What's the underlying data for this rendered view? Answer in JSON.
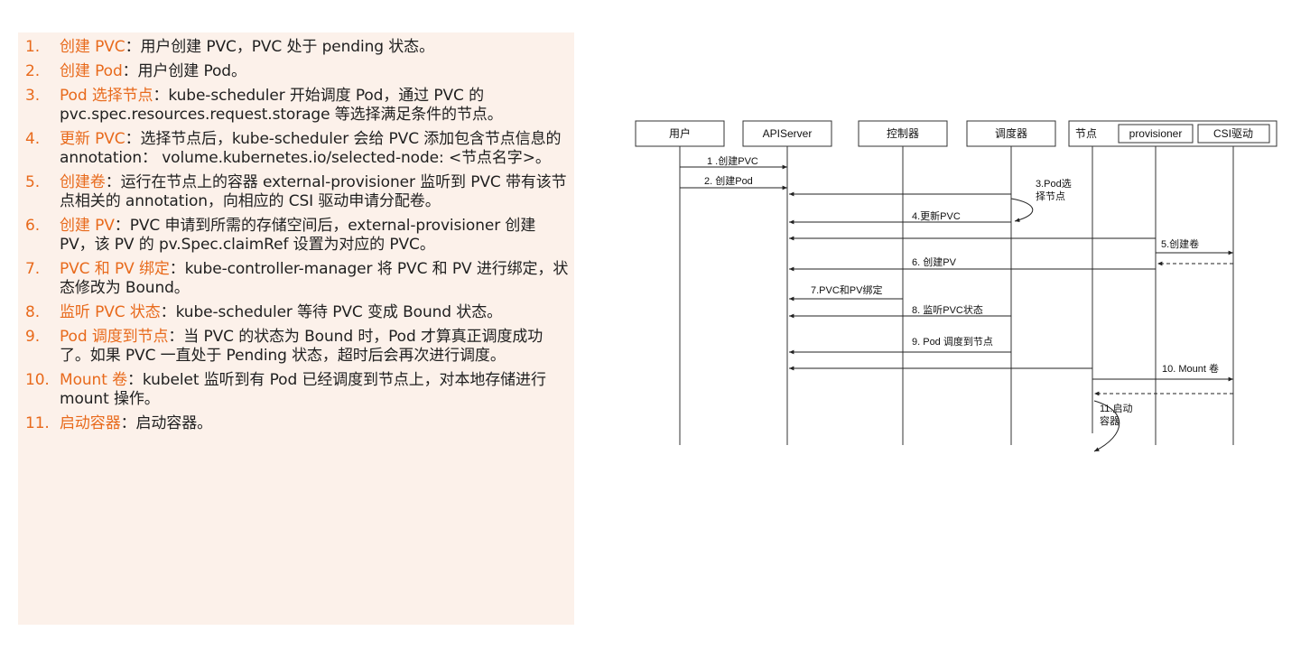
{
  "steps": [
    {
      "num": "1.",
      "title": "创建 PVC",
      "text": "：用户创建 PVC，PVC 处于 pending 状态。"
    },
    {
      "num": "2.",
      "title": "创建 Pod",
      "text": "：用户创建 Pod。"
    },
    {
      "num": "3.",
      "title": "Pod 选择节点",
      "text": "：kube-scheduler 开始调度 Pod，通过 PVC 的 pvc.spec.resources.request.storage 等选择满足条件的节点。"
    },
    {
      "num": "4.",
      "title": "更新 PVC",
      "text": "：选择节点后，kube-scheduler 会给 PVC 添加包含节点信息的 annotation： volume.kubernetes.io/selected-node: <节点名字>。"
    },
    {
      "num": "5.",
      "title": "创建卷",
      "text": "：运行在节点上的容器 external-provisioner 监听到 PVC 带有该节点相关的 annotation，向相应的 CSI 驱动申请分配卷。"
    },
    {
      "num": "6.",
      "title": "创建 PV",
      "text": "：PVC 申请到所需的存储空间后，external-provisioner 创建 PV，该 PV 的 pv.Spec.claimRef 设置为对应的 PVC。"
    },
    {
      "num": "7.",
      "title": "PVC 和 PV 绑定",
      "text": "：kube-controller-manager 将 PVC 和 PV 进行绑定，状态修改为 Bound。"
    },
    {
      "num": "8.",
      "title": "监听 PVC 状态",
      "text": "：kube-scheduler 等待 PVC 变成 Bound 状态。"
    },
    {
      "num": "9.",
      "title": "Pod 调度到节点",
      "text": "：当 PVC 的状态为 Bound 时，Pod 才算真正调度成功了。如果 PVC 一直处于 Pending 状态，超时后会再次进行调度。"
    },
    {
      "num": "10.",
      "title": "Mount 卷",
      "text": "：kubelet 监听到有 Pod 已经调度到节点上，对本地存储进行 mount 操作。"
    },
    {
      "num": "11.",
      "title": "启动容器",
      "text": "：启动容器。"
    }
  ],
  "diagram": {
    "participants": {
      "user": "用户",
      "apiserver": "APIServer",
      "controller": "控制器",
      "scheduler": "调度器",
      "node": "节点",
      "provisioner": "provisioner",
      "csi": "CSI驱动"
    },
    "messages": {
      "m1": "1 .创建PVC",
      "m2": "2. 创建Pod",
      "m3a": "3.Pod选",
      "m3b": "择节点",
      "m4": "4.更新PVC",
      "m5": "5.创建卷",
      "m6": "6. 创建PV",
      "m7": "7.PVC和PV绑定",
      "m8": "8. 监听PVC状态",
      "m9": "9. Pod 调度到节点",
      "m10": "10. Mount 卷",
      "m11a": "11.启动",
      "m11b": "容器"
    }
  }
}
